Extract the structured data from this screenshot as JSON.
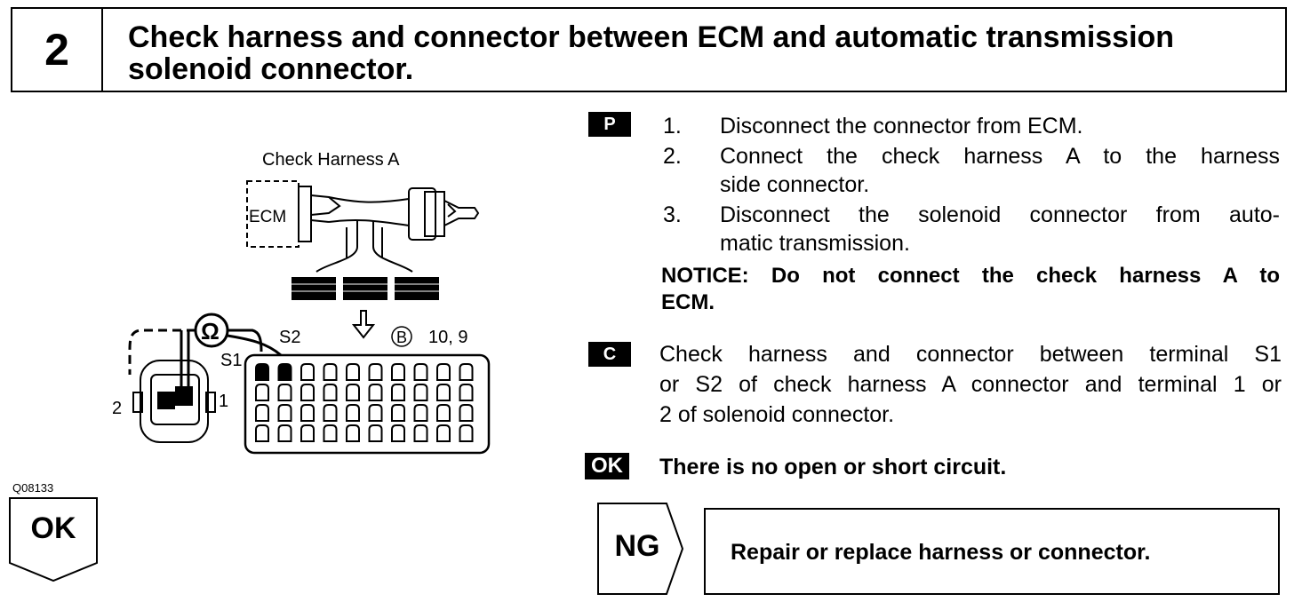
{
  "header": {
    "step_number": "2",
    "title_line1": "Check harness and connector between ECM and automatic transmission",
    "title_line2": "solenoid connector."
  },
  "diagram": {
    "harness_label": "Check Harness A",
    "ecm_label": "ECM",
    "ohm_symbol": "Ω",
    "s1_label": "S1",
    "s2_label": "S2",
    "connector_b_label": "B",
    "connector_pins_label": "10, 9",
    "terminal_1_label": "1",
    "terminal_2_label": "2",
    "figure_code": "Q08133"
  },
  "ok_arrow": {
    "label": "OK"
  },
  "procedure": {
    "p_badge": "P",
    "steps": [
      {
        "num": "1.",
        "line1": "Disconnect the connector from ECM.",
        "line2": ""
      },
      {
        "num": "2.",
        "line1": "Connect the check harness A to the harness",
        "line2": "side connector."
      },
      {
        "num": "3.",
        "line1": "Disconnect the solenoid connector from auto-",
        "line2": "matic transmission."
      }
    ],
    "notice_line1": "NOTICE:  Do not connect the check harness A to",
    "notice_line2": "ECM."
  },
  "check": {
    "c_badge": "C",
    "line1": "Check harness and connector between terminal S1",
    "line2": "or S2 of check harness A connector and terminal 1 or",
    "line3": "2 of solenoid connector."
  },
  "result_ok": {
    "badge": "OK",
    "text": "There is no open or short circuit."
  },
  "result_ng": {
    "badge": "NG",
    "action": "Repair or replace harness or connector."
  }
}
